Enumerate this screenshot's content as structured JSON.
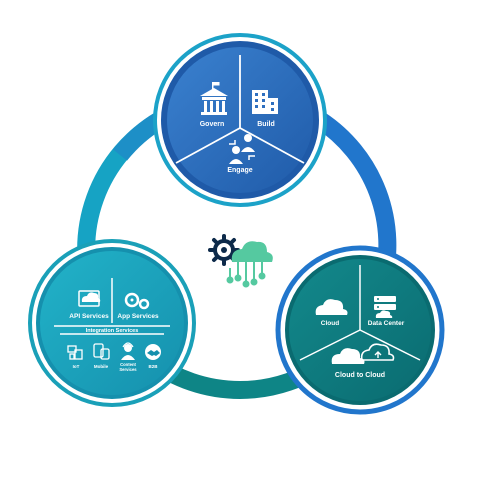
{
  "colors": {
    "ring_dark_blue": "#1e5fa8",
    "ring_light_blue": "#2a86d1",
    "ring_teal": "#0e8a8c",
    "ring_cyan": "#14a6c6",
    "top_circle": "#2e6fbf",
    "left_circle": "#1aa0b8",
    "right_circle": "#0c7a7e",
    "center_gear": "#0d2a4a",
    "center_cloud": "#55c9a0"
  },
  "top": {
    "govern": "Govern",
    "build": "Build",
    "engage": "Engage"
  },
  "left": {
    "api_services": "API Services",
    "app_services": "App Services",
    "integration_services": "Integration Services",
    "iot": "IoT",
    "mobile": "Mobile",
    "content_services_1": "Content",
    "content_services_2": "Services",
    "b2b": "B2B"
  },
  "right": {
    "cloud": "Cloud",
    "data_center": "Data Center",
    "cloud_to_cloud": "Cloud to Cloud"
  },
  "icons": {
    "center": "gear-cloud-network-icon",
    "govern": "government-building-icon",
    "build": "office-building-icon",
    "engage": "people-exchange-icon",
    "api": "cloud-network-icon",
    "app": "gears-icon",
    "iot": "devices-icon",
    "mobile": "mobile-devices-icon",
    "content": "support-person-icon",
    "b2b": "handshake-icon",
    "cloud": "cloud-icon",
    "data_center": "server-icon",
    "cloud_to_cloud": "two-clouds-icon"
  }
}
